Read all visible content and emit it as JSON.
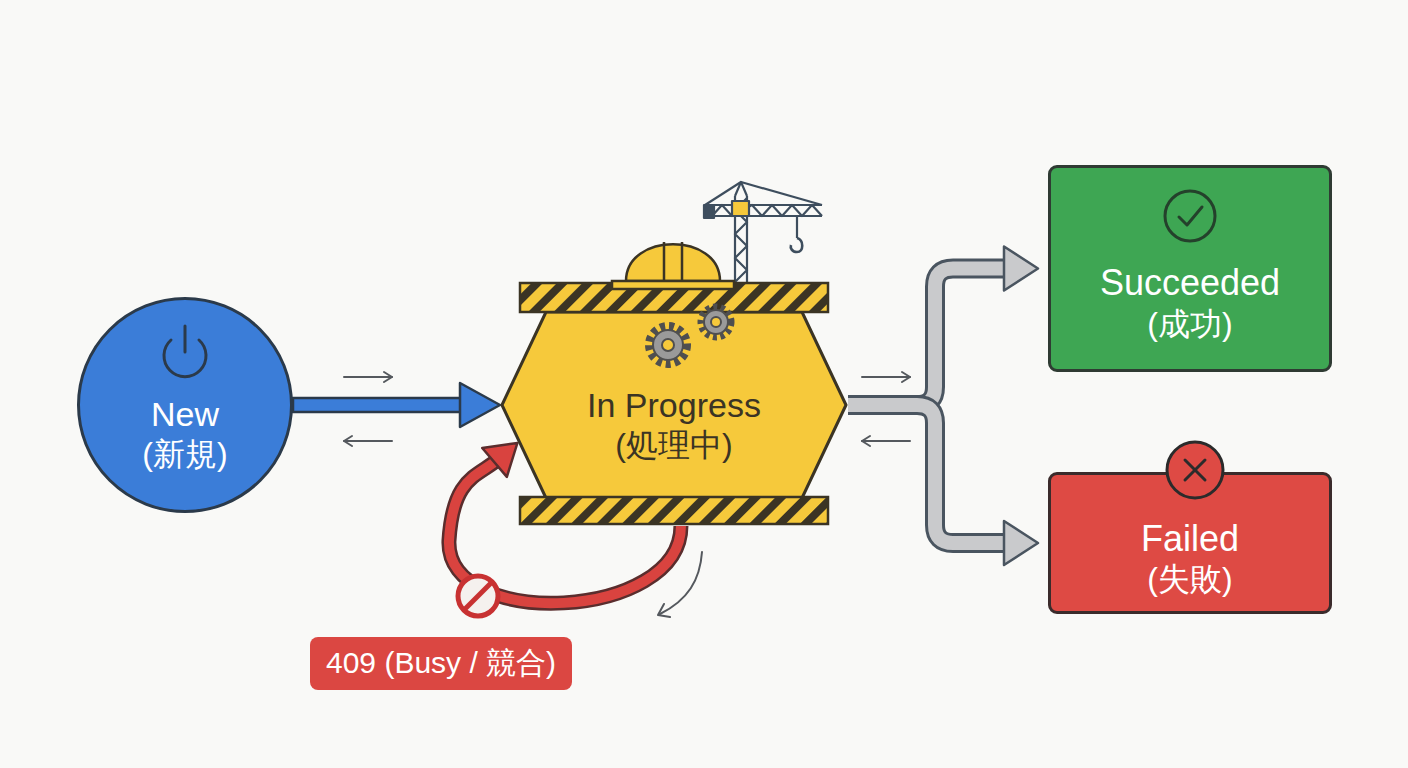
{
  "diagram": {
    "nodes": [
      {
        "text": [
          "New",
          "(新規)"
        ]
      },
      {
        "text": [
          "In Progress",
          "(処理中)"
        ]
      },
      {
        "text": [
          "Succeeded",
          "(成功)"
        ]
      },
      {
        "text": [
          "Failed",
          "(失敗)"
        ]
      }
    ],
    "edges": [
      {
        "from": 0,
        "to": 1,
        "arrow": "to"
      },
      {
        "from": 1,
        "to": 2,
        "arrow": "to"
      },
      {
        "from": 1,
        "to": 3,
        "arrow": "to"
      },
      {
        "from": 1,
        "to": 1,
        "arrow": "to",
        "label": "409 (Busy / 競合)"
      }
    ]
  }
}
